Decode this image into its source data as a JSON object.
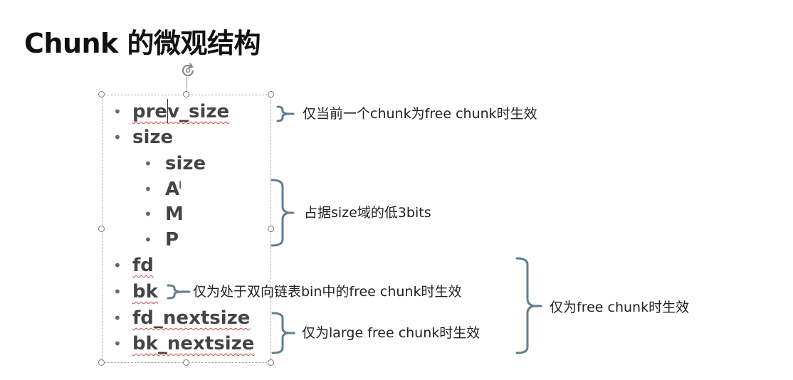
{
  "slide": {
    "title": "Chunk 的微观结构"
  },
  "list": {
    "bullet": "•",
    "items": [
      {
        "label": "prev_size",
        "level": 1
      },
      {
        "label": "size",
        "level": 1
      },
      {
        "label": "size",
        "level": 2
      },
      {
        "label": "A",
        "level": 2
      },
      {
        "label": "M",
        "level": 2
      },
      {
        "label": "P",
        "level": 2
      },
      {
        "label": "fd",
        "level": 1
      },
      {
        "label": "bk",
        "level": 1
      },
      {
        "label": "fd_nextsize",
        "level": 1
      },
      {
        "label": "bk_nextsize",
        "level": 1
      }
    ]
  },
  "notes": {
    "prev_size": "仅当前一个chunk为free chunk时生效",
    "amp": "占据size域的低3bits",
    "bk": "仅为处于双向链表bin中的free chunk时生效",
    "nextsize": "仅为large free chunk时生效",
    "fd_bk_group": "仅为free chunk时生效"
  },
  "colors": {
    "bracket": "#5f7f91",
    "list_text": "#444444",
    "spellcheck": "#d04545"
  }
}
